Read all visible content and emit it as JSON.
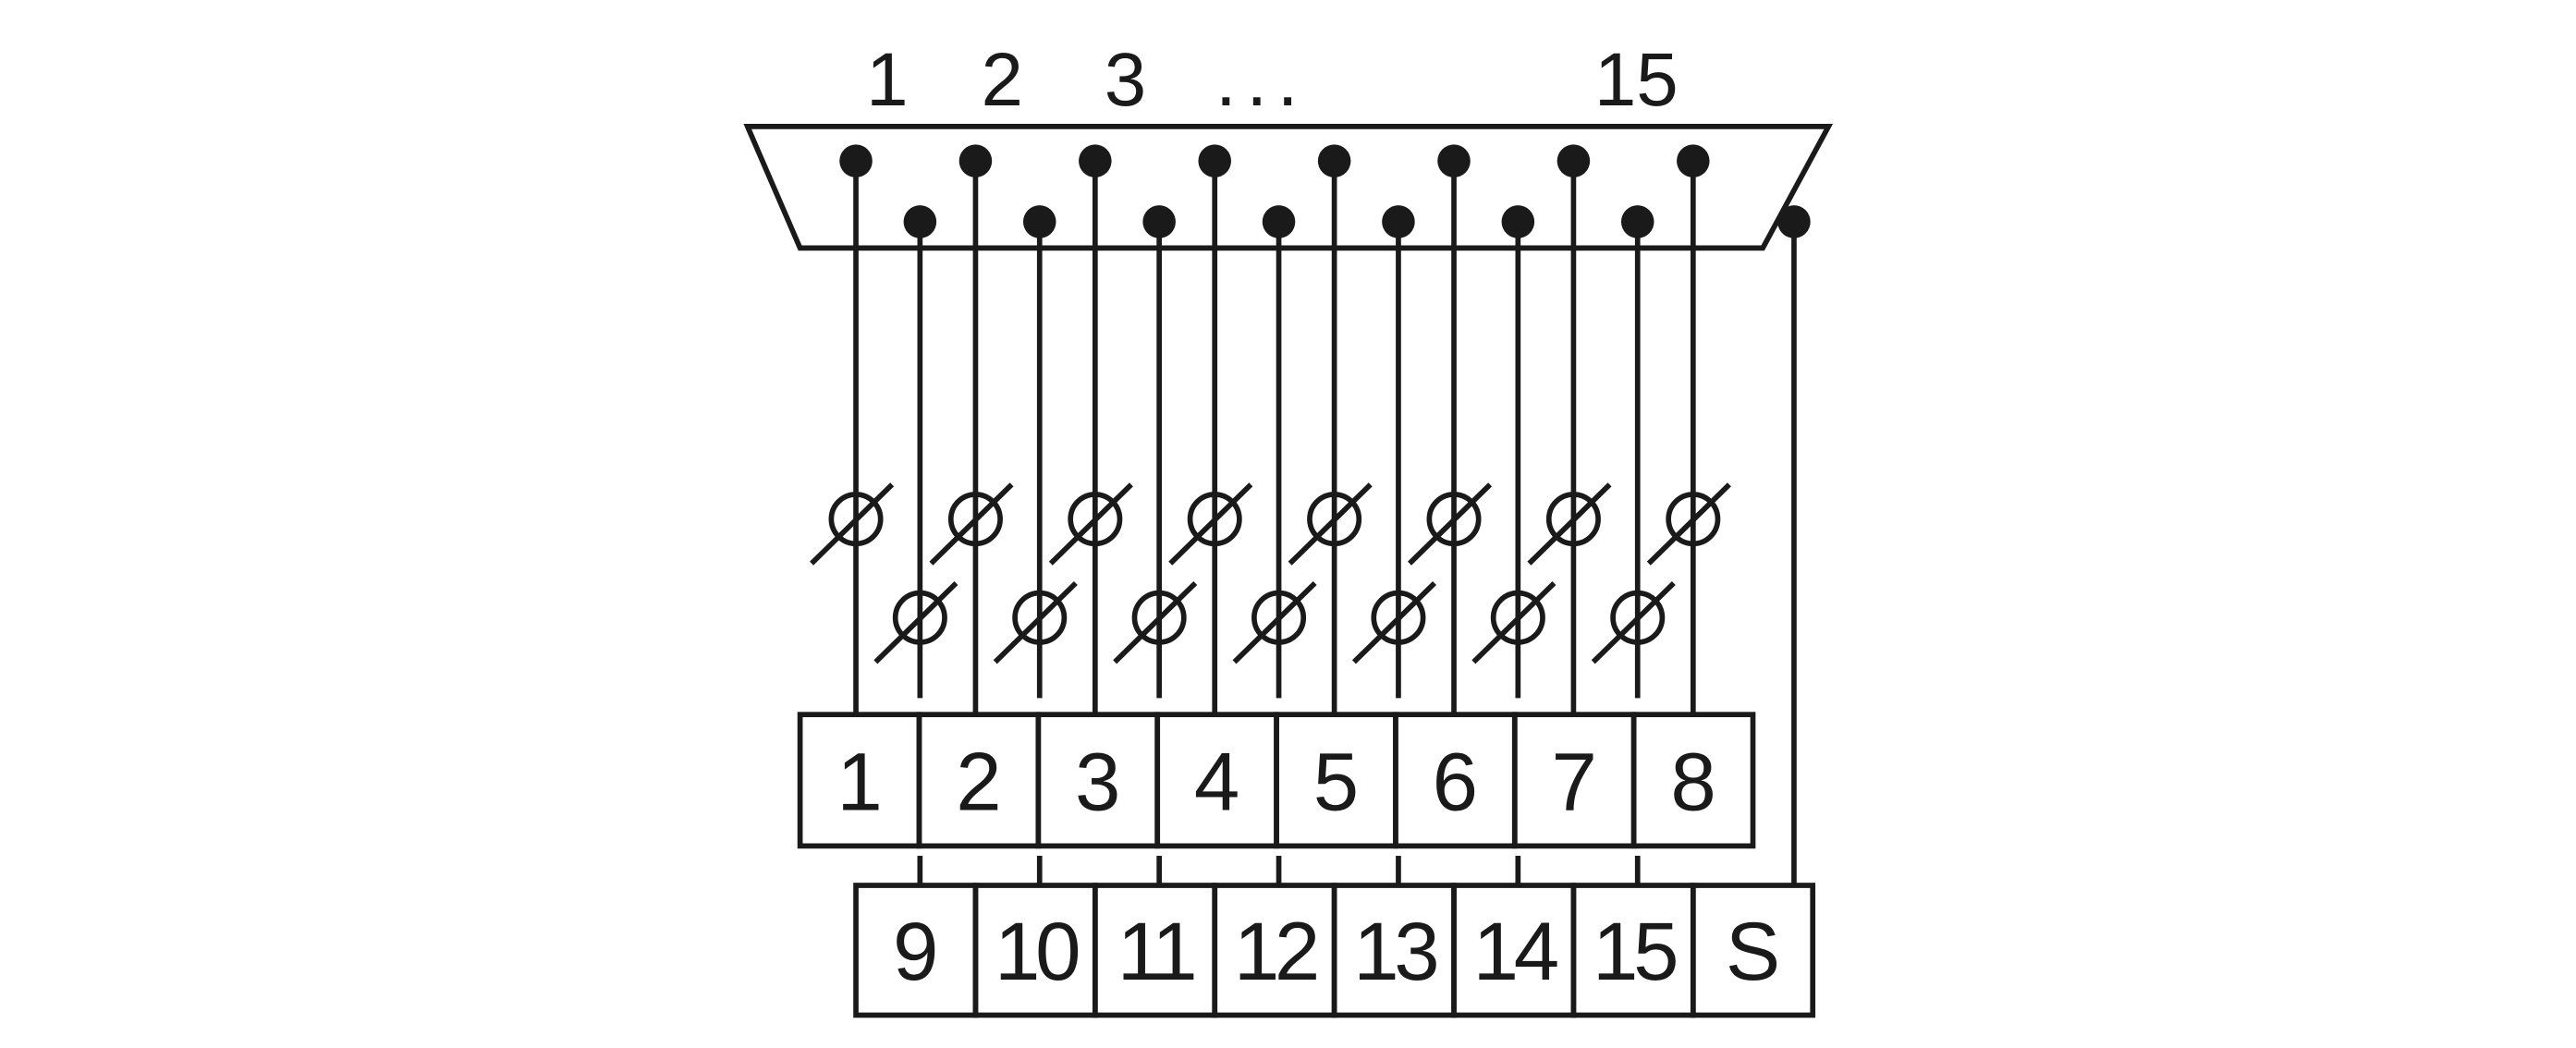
{
  "connector": {
    "pin_labels": [
      "1",
      "2",
      "3",
      "...",
      "15"
    ],
    "top_row_pins": 8,
    "bottom_row_pins": 7,
    "has_shield_pin": true
  },
  "terminal_block": {
    "row1": [
      "1",
      "2",
      "3",
      "4",
      "5",
      "6",
      "7",
      "8"
    ],
    "row2": [
      "9",
      "10",
      "11",
      "12",
      "13",
      "14",
      "15",
      "S"
    ]
  },
  "colors": {
    "ink": "#1a1a1a",
    "background": "#ffffff"
  }
}
